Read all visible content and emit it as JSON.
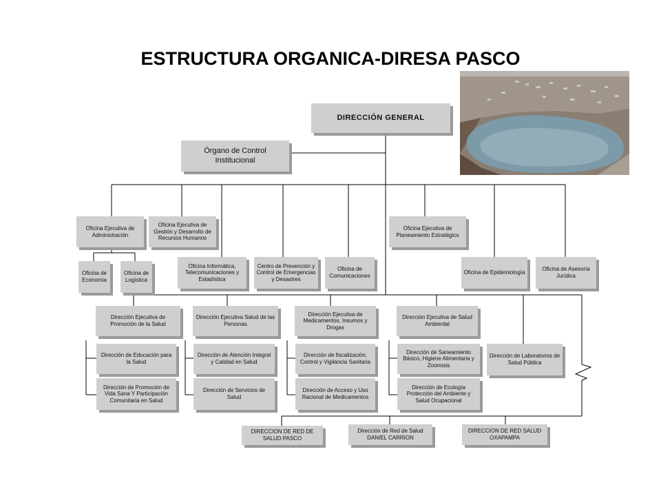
{
  "title": "ESTRUCTURA ORGANICA-DIRESA PASCO",
  "nodes": {
    "direccion_general": "DIRECCIÓN GENERAL",
    "organo_control": "Órgano de Control Institucional",
    "of_administracion": "Oficina Ejecutiva de Administración",
    "of_gestion_rrhh": "Oficina Ejecutiva de Gestión y Desarrollo de Recursos Humanos",
    "of_planeamiento": "Oficina Ejecutiva de Planeamiento Estratégico",
    "of_economia": "Oficina de Economía",
    "of_logistica": "Oficina de Logística",
    "of_informatica": "Oficina Informática, Telecomunicaciones y Estadística",
    "centro_prevencion": "Centro de Prevención y Control de Emergencias y Desastres",
    "of_comunicaciones": "Oficina de Comunicaciones",
    "of_epidemiologia": "Oficina de Epidemiología",
    "of_asesoria": "Oficina de Asesoría Jurídica",
    "de_promocion": "Dirección Ejecutiva de Promoción de la Salud",
    "de_salud_personas": "Dirección Ejecutiva Salud de las Personas",
    "de_medicamentos": "Dirección Ejecutiva de Medicamentos, Insumos y Drogas",
    "de_salud_ambiental": "Dirección Ejecutiva de Salud Ambiental",
    "d_educacion": "Dirección de Educación para la Salud",
    "d_promocion_vida": "Dirección de Promoción de Vida Sana Y Participación Comunitaria en Salud",
    "d_atencion": "Dirección de Atención Integral y Calidad en Salud",
    "d_servicios": "Dirección de Servicios de Salud",
    "d_fiscalizacion": "Dirección de fiscalización, Control y Vigilancia Sanitaria",
    "d_acceso": "Dirección de Acceso y Uso Racional de Medicamentos",
    "d_saneamiento": "Dirección de Saneamiento Básico, Higiene Alimentaria y Zoonosis",
    "d_ecologia": "Dirección de Ecología Protección del Ambiente y Salud Ocupacional",
    "d_laboratorios": "Dirección de Laboratorios de Salud Pública",
    "red_pasco": "DIRECCION DE RED DE SALUD PASCO",
    "red_carrion": "Dirección de Red de Salud DANIEL CARRION",
    "red_oxapampa": "DIRECCION DE RED SALUD OXAPAMPA"
  },
  "colors": {
    "box": "#cfcfcf",
    "shadow": "#9a9a9a",
    "line": "#000000",
    "water": "#7d9aa8"
  }
}
